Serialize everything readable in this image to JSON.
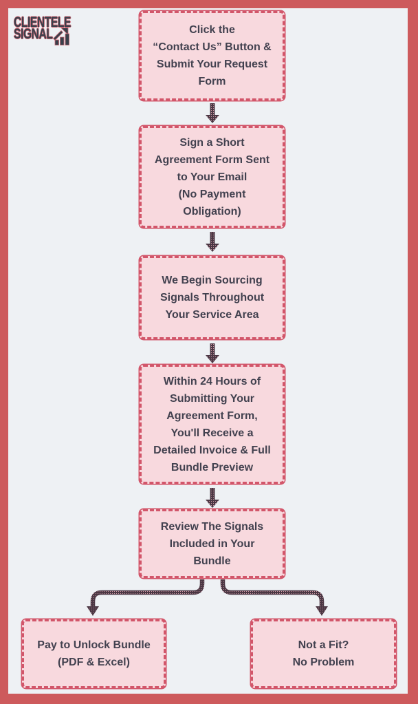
{
  "logo": {
    "line1": "CLIENTELE",
    "line2": "SIGNAL",
    "icon": "bar-chart-growth-icon"
  },
  "colors": {
    "frame": "#cd5a5c",
    "background": "#eef1f4",
    "box_fill": "#f8d9de",
    "box_border": "#d2566a",
    "text": "#42414f",
    "arrow_dark": "#4b3844",
    "arrow_stipple": "#cf98a4"
  },
  "flow": {
    "steps": [
      {
        "id": "contact",
        "label": "Click the\n“Contact Us” Button &\nSubmit Your Request\nForm"
      },
      {
        "id": "agreement",
        "label": "Sign a Short\nAgreement Form Sent\nto Your Email\n(No Payment\nObligation)"
      },
      {
        "id": "sourcing",
        "label": "We Begin Sourcing\nSignals Throughout\nYour Service Area"
      },
      {
        "id": "invoice",
        "label": "Within 24 Hours of\nSubmitting Your\nAgreement Form,\nYou'll Receive a\nDetailed Invoice & Full\nBundle Preview"
      },
      {
        "id": "review",
        "label": "Review The Signals\nIncluded in Your\nBundle"
      }
    ],
    "outcomes": [
      {
        "id": "pay",
        "label": "Pay to Unlock Bundle\n(PDF & Excel)"
      },
      {
        "id": "notfit",
        "label": "Not a Fit?\nNo Problem"
      }
    ]
  }
}
